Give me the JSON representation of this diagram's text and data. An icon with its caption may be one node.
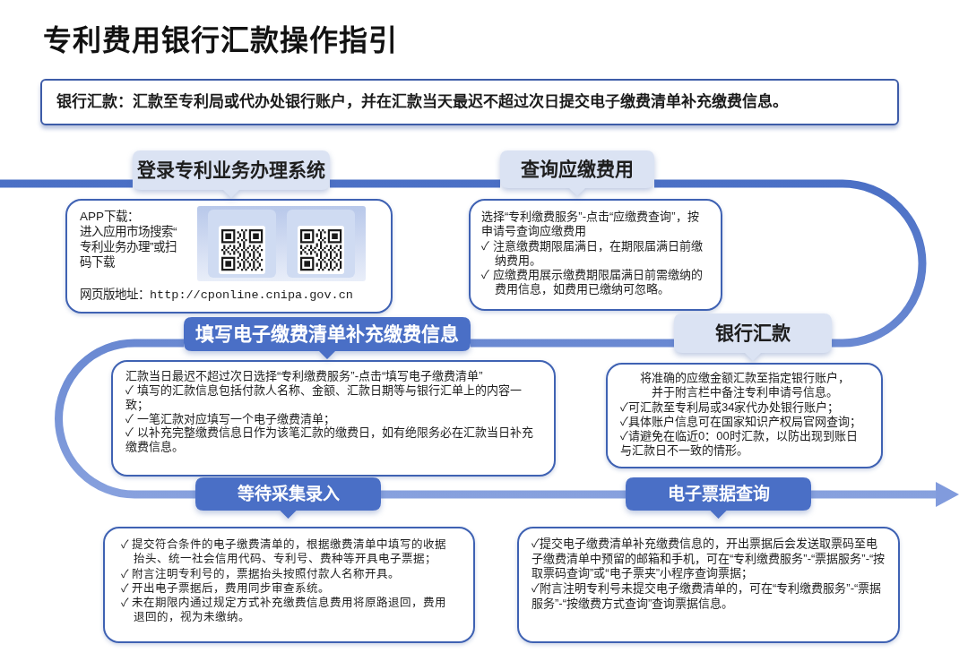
{
  "diagram": {
    "title": "专利费用银行汇款操作指引",
    "nodes": [
      {
        "text": [
          "银行汇款：汇款至专利局或代办处银行账户，并在汇款当天最迟不超过次日提交电子缴费清单补充缴费信息。"
        ]
      },
      {
        "text": [
          "登录专利业务办理系统"
        ]
      },
      {
        "text": [
          "APP下载：",
          "进入应用市场搜索“专利业务办理”或扫码下载",
          "网页版地址：http://cponline.cnipa.gov.cn"
        ]
      },
      {
        "text": [
          "查询应缴费用"
        ]
      },
      {
        "text": [
          "选择“专利缴费服务”-点击“应缴费查询”，按申请号查询应缴费用",
          "✓ 注意缴费期限届满日，在期限届满日前缴纳费用。",
          "✓ 应缴费用展示缴费期限届满日前需缴纳的费用信息，如费用已缴纳可忽略。"
        ]
      },
      {
        "text": [
          "银行汇款"
        ]
      },
      {
        "text": [
          "将准确的应缴金额汇款至指定银行账户，并于附言栏中备注专利申请号信息。",
          "✓可汇款至专利局或34家代办处银行账户；",
          "✓具体账户信息可在国家知识产权局官网查询；",
          "✓请避免在临近0：00时汇款，以防出现到账日与汇款日不一致的情形。"
        ]
      },
      {
        "text": [
          "填写电子缴费清单补充缴费信息"
        ]
      },
      {
        "text": [
          "汇款当日最迟不超过次日选择“专利缴费服务”-点击“填写电子缴费清单”",
          "✓ 填写的汇款信息包括付款人名称、金额、汇款日期等与银行汇单上的内容一致；",
          "✓ 一笔汇款对应填写一个电子缴费清单；",
          "✓ 以补充完整缴费信息日作为该笔汇款的缴费日，如有绝限务必在汇款当日补充缴费信息。"
        ]
      },
      {
        "text": [
          "等待采集录入"
        ]
      },
      {
        "text": [
          "✓ 提交符合条件的电子缴费清单的，根据缴费清单中填写的收据抬头、统一社会信用代码、专利号、费种等开具电子票据；",
          "✓ 附言注明专利号的，票据抬头按照付款人名称开具。",
          "✓ 开出电子票据后，费用同步审查系统。",
          "✓ 未在期限内通过规定方式补充缴费信息费用将原路退回，费用退回的，视为未缴纳。"
        ]
      },
      {
        "text": [
          "电子票据查询"
        ]
      },
      {
        "text": [
          "✓提交电子缴费清单补充缴费信息的，开出票据后会发送取票码至电子缴费清单中预留的邮箱和手机，可在“专利缴费服务”-“票据服务”-“按取票码查询”或“电子票夹”小程序查询票据；",
          "✓附言注明专利号未提交电子缴费清单的，可在“专利缴费服务”-“票据服务”-“按缴费方式查询”查询票据信息。"
        ]
      }
    ],
    "edges": [
      {
        "from": null,
        "to": 1,
        "arrow": "none"
      },
      {
        "from": 1,
        "to": 3,
        "arrow": "none"
      },
      {
        "from": 3,
        "to": 5,
        "arrow": "none"
      },
      {
        "from": 5,
        "to": 7,
        "arrow": "none"
      },
      {
        "from": 7,
        "to": 9,
        "arrow": "none"
      },
      {
        "from": 9,
        "to": 11,
        "arrow": "none"
      },
      {
        "from": 11,
        "to": null,
        "arrow": "to"
      }
    ]
  }
}
